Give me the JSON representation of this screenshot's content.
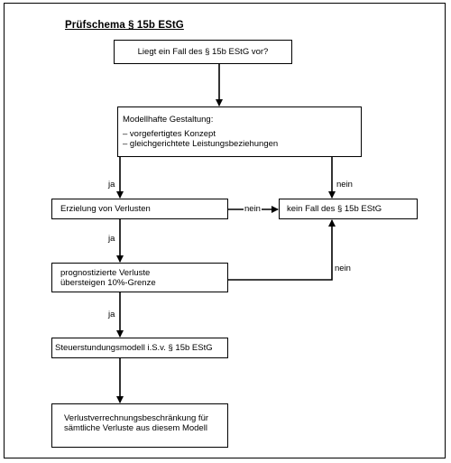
{
  "diagram": {
    "title": "Prüfschema § 15b EStG",
    "nodes": {
      "start": "Liegt ein Fall des § 15b EStG vor?",
      "modellhaft": {
        "heading": "Modellhafte Gestaltung:",
        "items": [
          "– vorgefertigtes Konzept",
          "– gleichgerichtete Leistungsbeziehungen"
        ]
      },
      "erzielung": "Erzielung von Verlusten",
      "kein_fall": "kein Fall des § 15b EStG",
      "prognose": [
        "prognostizierte Verluste",
        "übersteigen 10%-Grenze"
      ],
      "steuerstundung": "Steuerstundungsmodell i.S.v. § 15b EStG",
      "beschraenkung": [
        "Verlustverrechnungsbeschränkung für",
        "sämtliche Verluste aus diesem Modell"
      ]
    },
    "edge_labels": {
      "ja_1": "ja",
      "nein_1": "nein",
      "nein_2": "nein",
      "ja_2": "ja",
      "nein_3": "nein",
      "ja_3": "ja"
    }
  }
}
